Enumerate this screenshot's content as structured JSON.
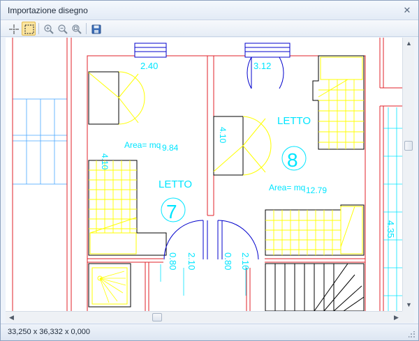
{
  "window": {
    "title": "Importazione disegno",
    "close_glyph": "✕"
  },
  "toolbar": {
    "buttons": [
      {
        "name": "pan-crosshair-button",
        "icon": "crosshair-icon",
        "active": false
      },
      {
        "name": "select-window-button",
        "icon": "selection-rectangle-icon",
        "active": true
      },
      {
        "name": "zoom-in-button",
        "icon": "zoom-in-icon",
        "active": false
      },
      {
        "name": "zoom-out-button",
        "icon": "zoom-out-icon",
        "active": false
      },
      {
        "name": "zoom-extents-button",
        "icon": "zoom-extents-icon",
        "active": false
      },
      {
        "name": "save-button",
        "icon": "floppy-disk-icon",
        "active": false
      }
    ]
  },
  "drawing": {
    "room_left": {
      "name": "LETTO",
      "number": "7",
      "area_label": "Area= mq",
      "area_value": "9.84"
    },
    "room_right": {
      "name": "LETTO",
      "number": "8",
      "area_label": "Area= mq",
      "area_value": "12.79"
    },
    "dims": {
      "window_left": "2.40",
      "window_right": "3.12",
      "left_height": "4.10",
      "mid_height": "4.10",
      "right_edge": "4.35",
      "door1_w": "0.80",
      "door1_h": "2.10",
      "door2_w": "0.80",
      "door2_h": "2.10"
    },
    "colors": {
      "wall": "#e0202a",
      "furniture": "#ffff00",
      "dimension": "#00e5ff",
      "door": "#0000cc",
      "outline": "#000000"
    }
  },
  "status": {
    "coordinates": "33,250 x 36,332 x 0,000"
  }
}
